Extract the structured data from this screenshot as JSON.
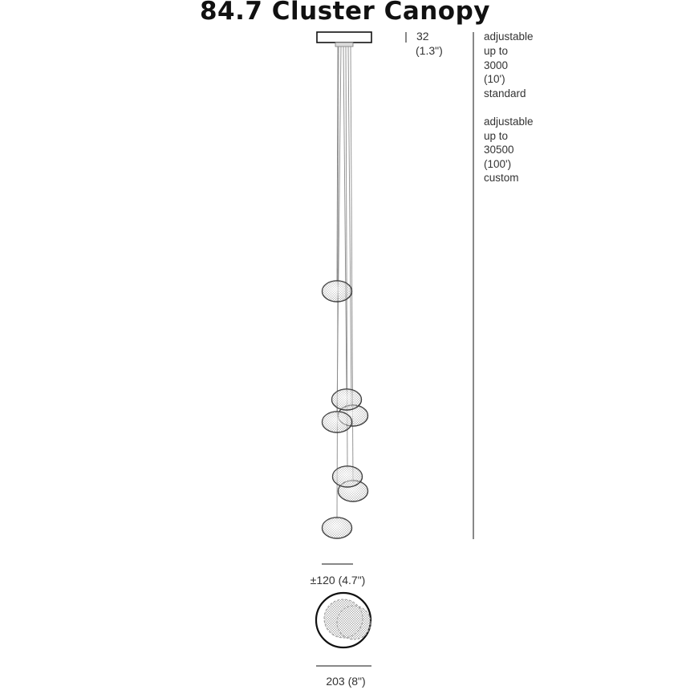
{
  "title": "84.7 Cluster Canopy",
  "canopy_height": {
    "mm": "32",
    "in": "(1.3\")"
  },
  "drop_notes": {
    "standard": [
      "adjustable",
      "up to",
      "3000",
      "(10')",
      "standard"
    ],
    "custom": [
      "adjustable",
      "up to",
      "30500",
      "(100')",
      "custom"
    ]
  },
  "pendant_spread": "±120 (4.7\")",
  "canopy_diameter": "203 (8\")",
  "pendant_count": 7
}
